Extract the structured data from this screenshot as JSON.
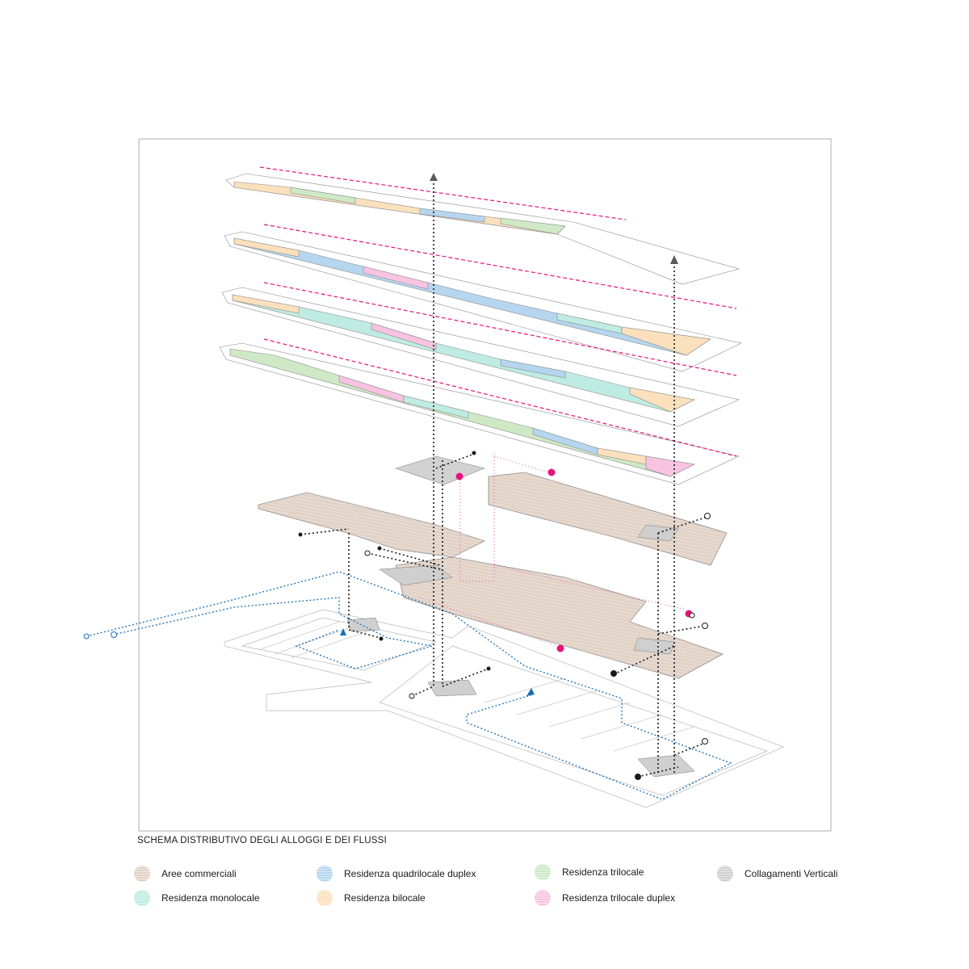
{
  "diagram": {
    "caption": "SCHEMA DISTRIBUTIVO DEGLI ALLOGGI E DEI FLUSSI"
  },
  "legend": {
    "items": [
      {
        "key": "commercial",
        "label": "Aree commerciali",
        "color": "#e2d2c6"
      },
      {
        "key": "quad-duplex",
        "label": "Residenza quadrilocale duplex",
        "color": "#b5d6ee"
      },
      {
        "key": "trilocale",
        "label": "Residenza trilocale",
        "color": "#cfe9c6"
      },
      {
        "key": "vertical",
        "label": "Collagamenti Verticali",
        "color": "#cfcfcf"
      },
      {
        "key": "monolocale",
        "label": "Residenza monolocale",
        "color": "#bfece2"
      },
      {
        "key": "bilocale",
        "label": "Residenza bilocale",
        "color": "#fbe0bd"
      },
      {
        "key": "tri-duplex",
        "label": "Residenza trilocale duplex",
        "color": "#f7c3e1"
      }
    ]
  },
  "colors": {
    "residential_flow": "#e8127c",
    "public_flow": "#1a6fb5",
    "vertical_flow": "#1a1a1a",
    "outline": "#6a6a6a"
  }
}
